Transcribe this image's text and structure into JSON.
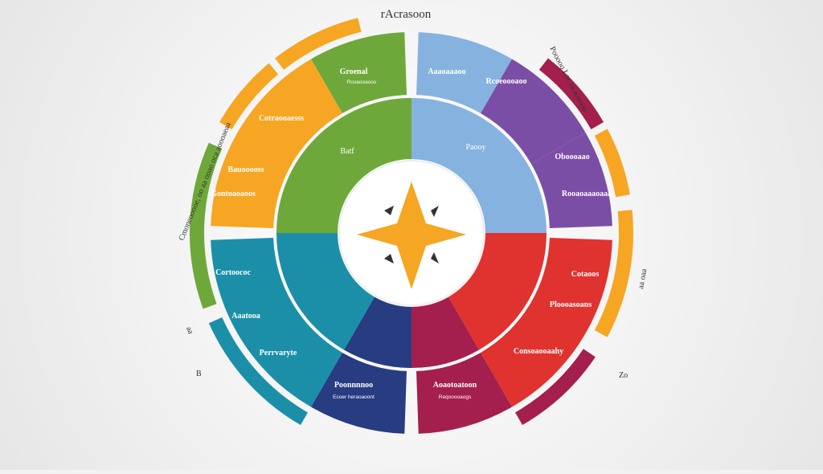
{
  "title": "rAcrasoon",
  "colors": {
    "orange": "#f6a623",
    "green": "#6ea83a",
    "blue": "#86b2e0",
    "purple": "#7b4ea6",
    "red": "#e0322f",
    "maroon": "#a41f4d",
    "navy": "#283c82",
    "teal": "#1b8fa8",
    "star": "#f5a623"
  },
  "segments": {
    "green_top": {
      "label": "Groenal",
      "sub": "Rcoaooaoos"
    },
    "blue_top": {
      "label": "Aaaoaaaoo",
      "sub": ""
    },
    "purple_top": {
      "label": "Rcoeoooaoo",
      "sub": ""
    },
    "orange_upper": {
      "label": "Cotraooaesss",
      "sub": ""
    },
    "orange_mid": {
      "label": "Bauooooss",
      "sub": ""
    },
    "orange_low": {
      "label": "Gontoaoaoos",
      "sub": ""
    },
    "purple_right": {
      "label": "Oboooaao",
      "sub": ""
    },
    "purple_low": {
      "label": "Rooaoaaaoaaa",
      "sub": ""
    },
    "teal_upper": {
      "label": "Cortoococ",
      "sub": ""
    },
    "teal_mid": {
      "label": "Aaatooa",
      "sub": ""
    },
    "teal_low": {
      "label": "Perrvaryte",
      "sub": ""
    },
    "red_upper": {
      "label": "Cotaoos",
      "sub": ""
    },
    "red_mid": {
      "label": "Ploooasoans",
      "sub": ""
    },
    "red_low": {
      "label": "Consoaooaahy",
      "sub": ""
    },
    "navy_bottom": {
      "label": "Poonnnnoo",
      "sub": "Ecoer heraoaoont"
    },
    "maroon_bottom": {
      "label": "Aoaotoatoon",
      "sub": "Reqooooaogs"
    }
  },
  "inner": {
    "green": "Batf",
    "blue": "Paooy"
  },
  "outer": {
    "left": "Cmoneooooe, oo aa ooao oca aoooaeaa",
    "right": "Pooooo Lor aa aoaoon",
    "right_low": "aa oaa",
    "left_low": "aa",
    "left_mark": "B",
    "right_mark": "Zo"
  }
}
